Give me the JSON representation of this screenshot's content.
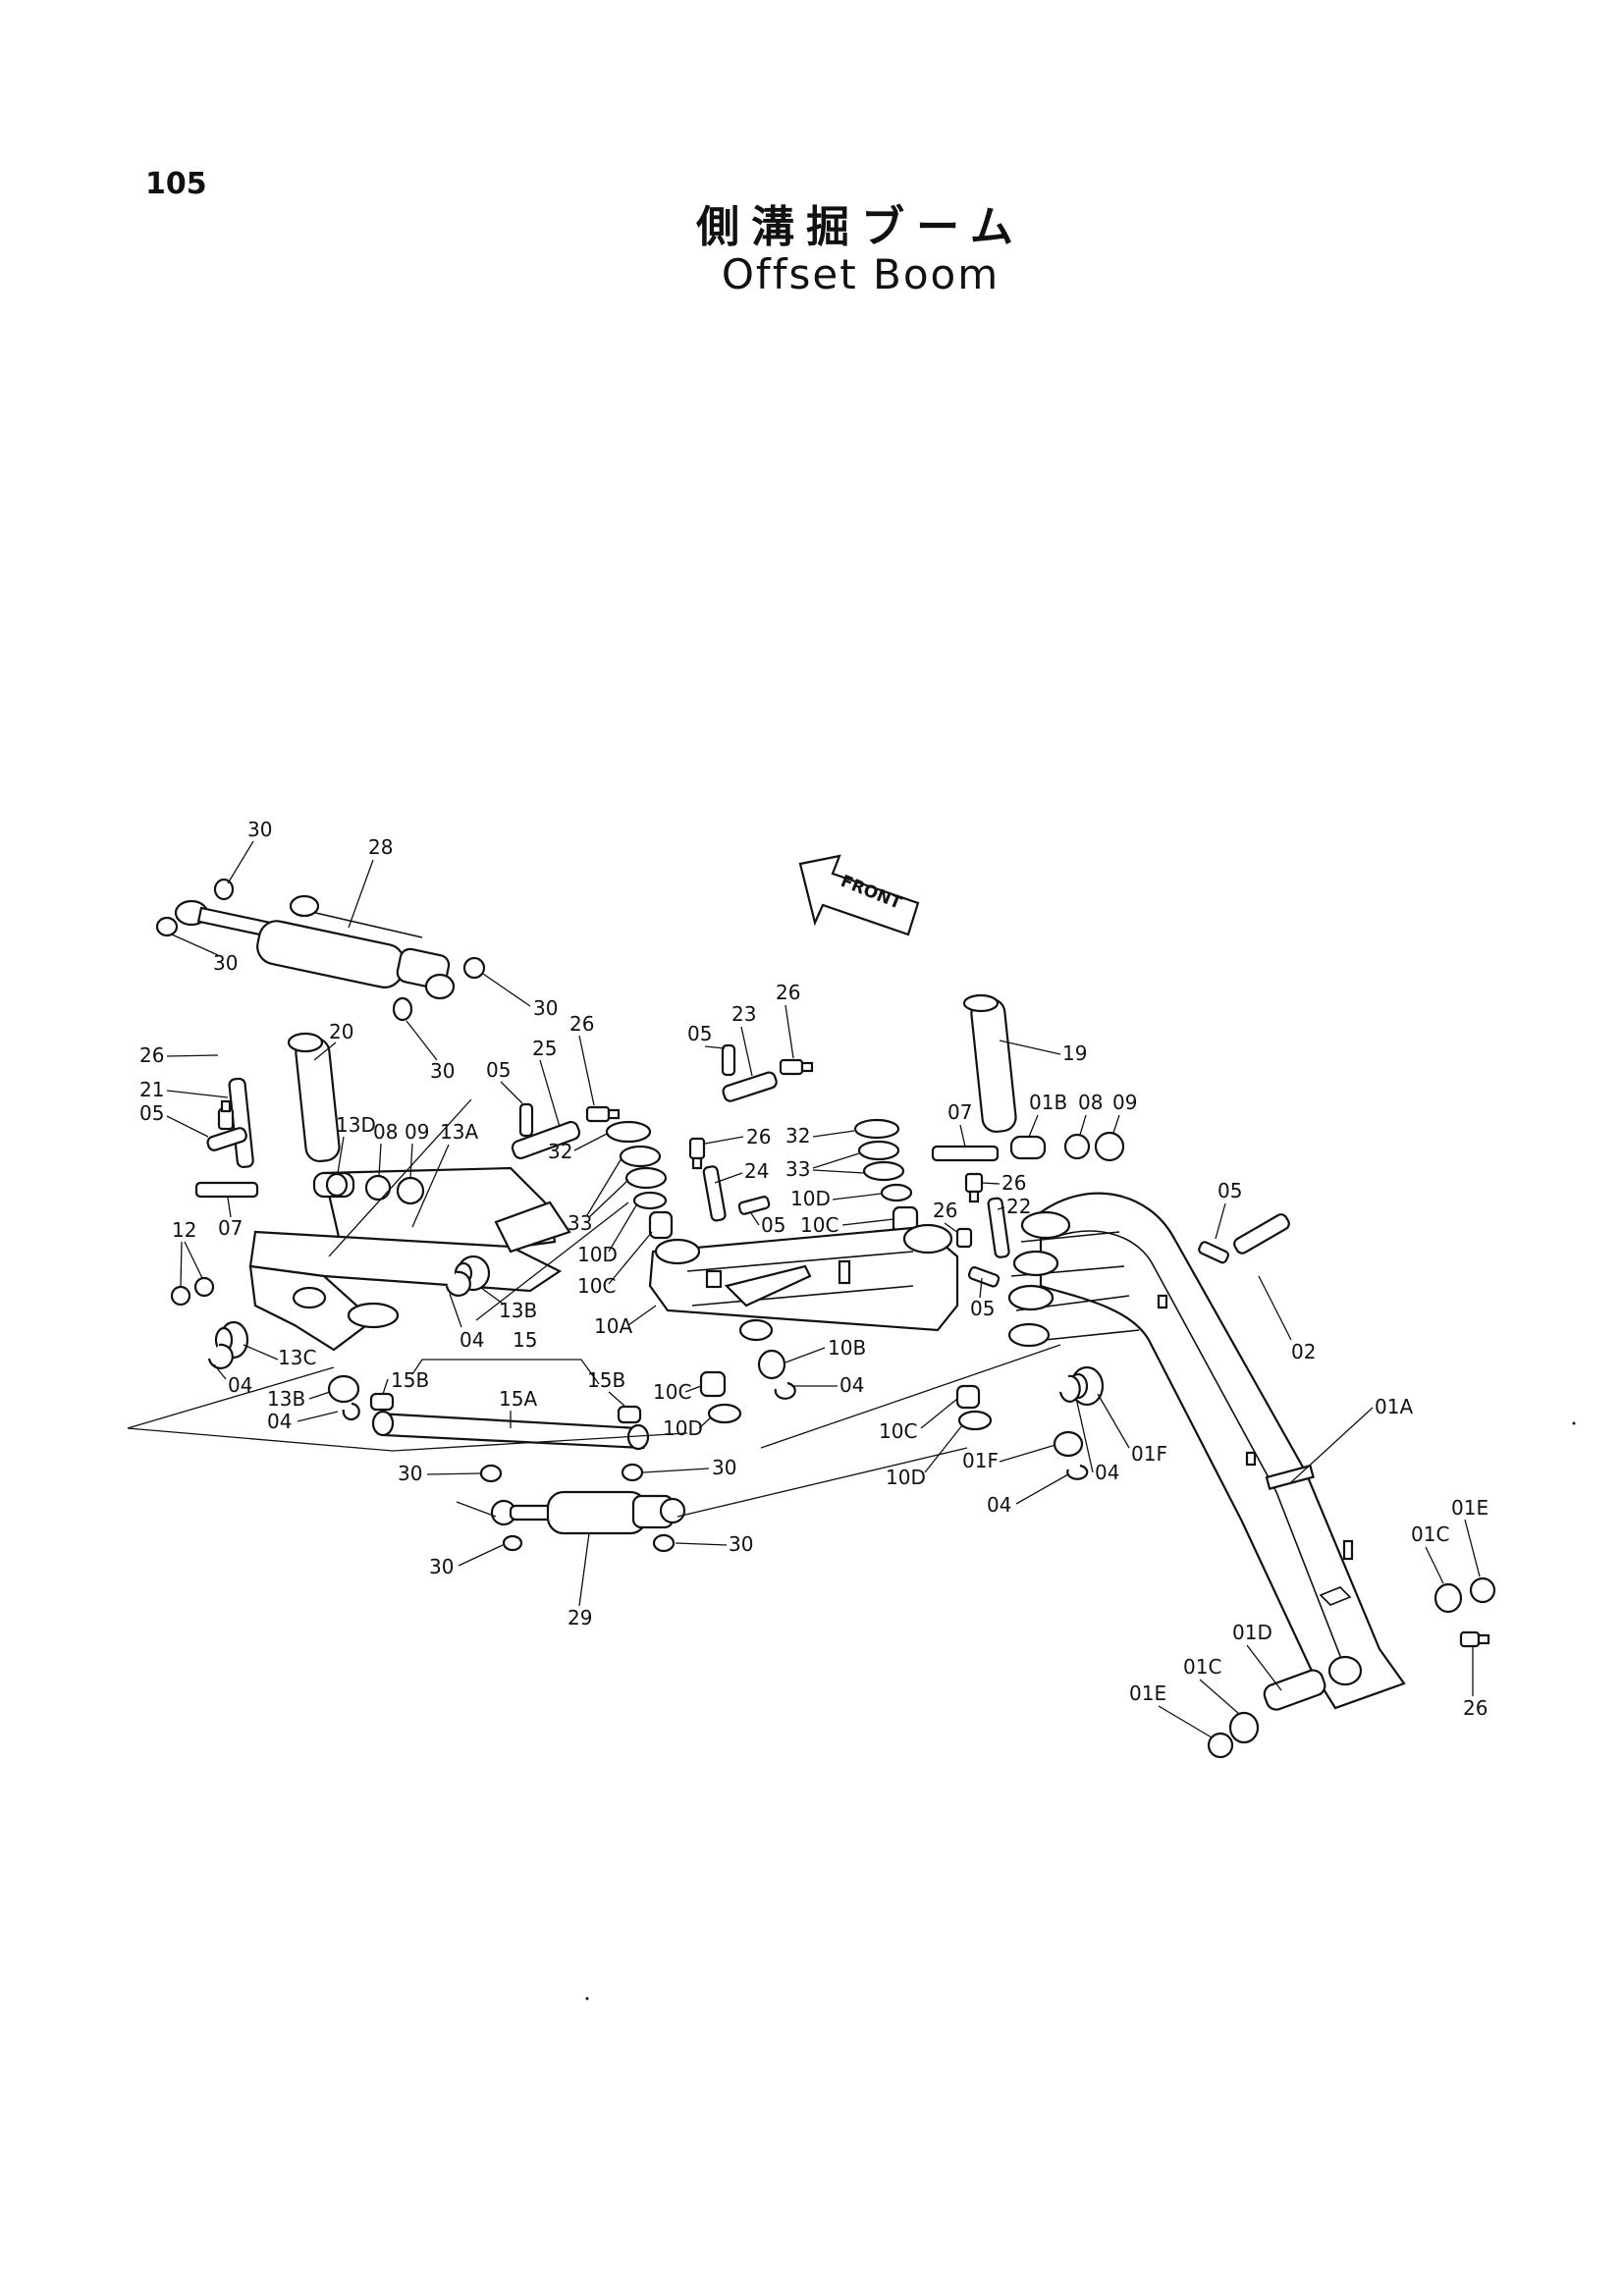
{
  "page": {
    "number": "105"
  },
  "title": {
    "ja": "側溝掘ブーム",
    "en": "Offset Boom"
  },
  "direction_label": "FRONT",
  "callouts": {
    "c30_top": "30",
    "c28": "28",
    "c30_left": "30",
    "c30_right": "30",
    "c30_lower": "30",
    "c26_a": "26",
    "c20": "20",
    "c21": "21",
    "c05_a": "05",
    "c13D": "13D",
    "c08_a": "08",
    "c09_a": "09",
    "c13A": "13A",
    "c07_a": "07",
    "c12": "12",
    "c05_b": "05",
    "c25": "25",
    "c26_b": "26",
    "c32_a": "32",
    "c33_a": "33",
    "c10D_a": "10D",
    "c10C_a": "10C",
    "c13B_a": "13B",
    "c04_a": "04",
    "c15": "15",
    "c15B_a": "15B",
    "c15B_b": "15B",
    "c15A": "15A",
    "c13C": "13C",
    "c04_b": "04",
    "c13B_b": "13B",
    "c04_c": "04",
    "c05_c": "05",
    "c23": "23",
    "c26_c": "26",
    "c26_d": "26",
    "c24": "24",
    "c05_d": "05",
    "c32_b": "32",
    "c33_b": "33",
    "c10D_b": "10D",
    "c10C_b": "10C",
    "c10A": "10A",
    "c10B": "10B",
    "c04_d": "04",
    "c10C_c": "10C",
    "c10D_c": "10D",
    "c10C_d": "10C",
    "c10D_d": "10D",
    "c30_e": "30",
    "c30_f": "30",
    "c30_g": "30",
    "c30_h": "30",
    "c29": "29",
    "c19": "19",
    "c07_b": "07",
    "c01B": "01B",
    "c08_b": "08",
    "c09_b": "09",
    "c26_e": "26",
    "c22": "22",
    "c26_f": "26",
    "c05_e": "05",
    "c05_f": "05",
    "c02": "02",
    "c01A": "01A",
    "c01F_a": "01F",
    "c04_e": "04",
    "c01F_b": "01F",
    "c04_f": "04",
    "c01E_a": "01E",
    "c01C_a": "01C",
    "c01D": "01D",
    "c01C_b": "01C",
    "c01E_b": "01E",
    "c26_g": "26"
  }
}
